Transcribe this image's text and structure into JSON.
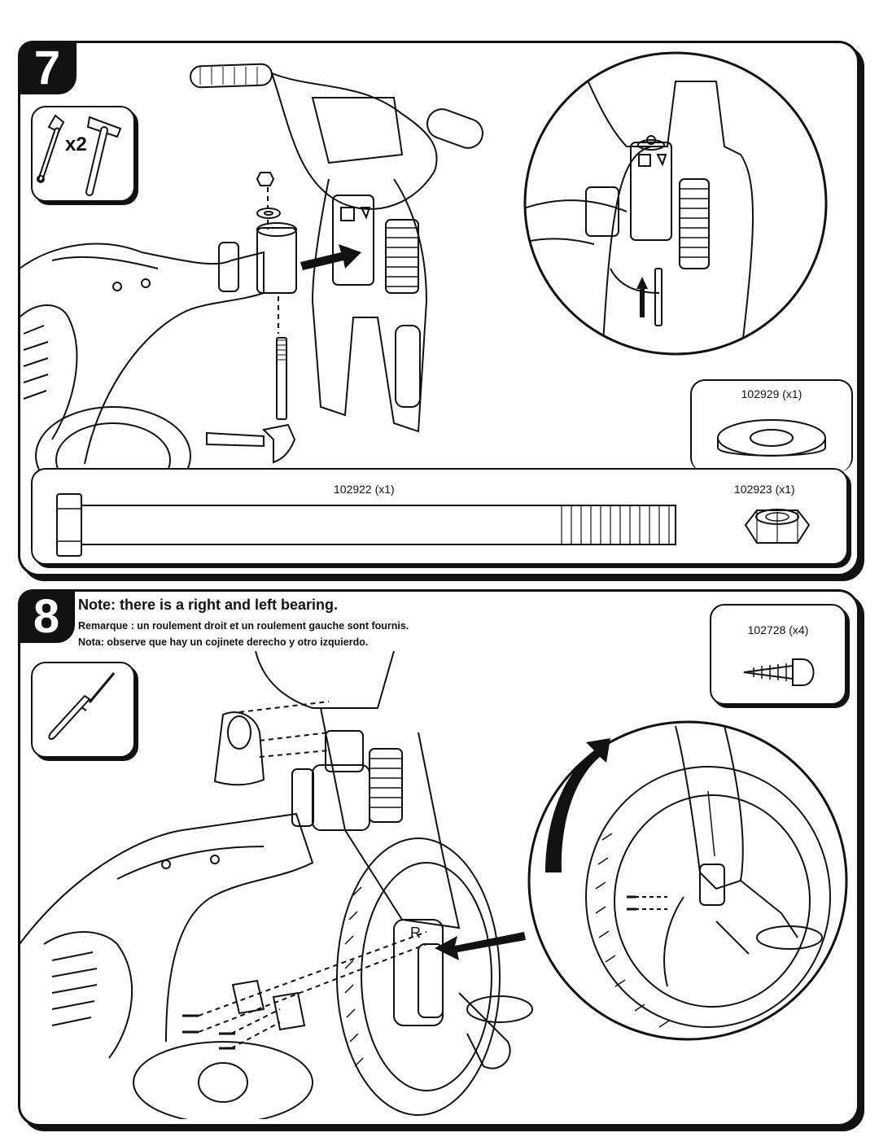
{
  "step7": {
    "number": "7",
    "tools_multiplier": "x2",
    "parts": [
      {
        "label": "102929 (x1)",
        "icon": "washer-icon"
      },
      {
        "label": "102922 (x1)",
        "icon": "bolt-icon"
      },
      {
        "label": "102923 (x1)",
        "icon": "lock-nut-icon"
      }
    ]
  },
  "step8": {
    "number": "8",
    "note_en": "Note: there is a right and left bearing.",
    "note_fr": "Remarque : un roulement droit et un roulement gauche sont fournis.",
    "note_es": "Nota: observe que hay un cojinete derecho y otro izquierdo.",
    "parts": [
      {
        "label": "102728 (x4)",
        "icon": "screw-icon"
      }
    ],
    "bearing_mark": "R"
  }
}
